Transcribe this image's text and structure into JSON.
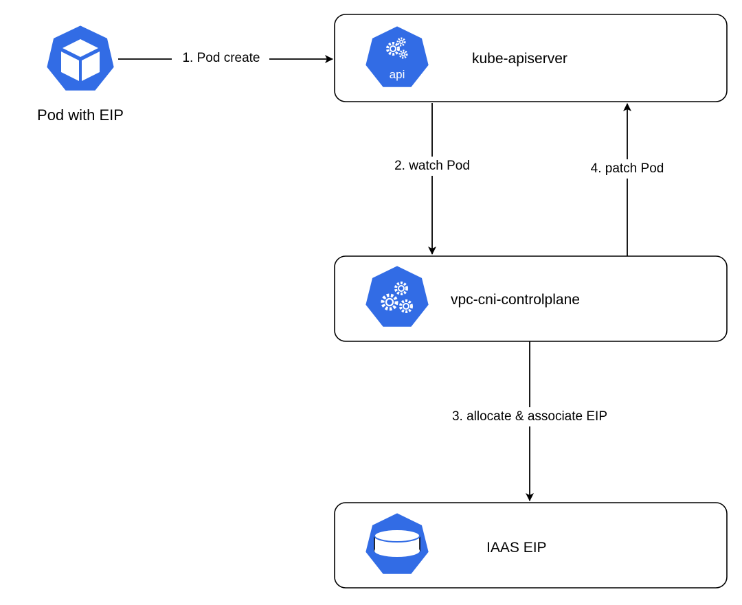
{
  "colors": {
    "k8s_blue": "#326CE5",
    "line": "#000000",
    "box_border": "#000000",
    "background": "#ffffff"
  },
  "pod": {
    "label": "Pod with EIP",
    "icon": "k8s-pod-cube-icon"
  },
  "nodes": {
    "apiserver": {
      "label": "kube-apiserver",
      "icon": "k8s-api-icon",
      "icon_text": "api"
    },
    "controlplane": {
      "label": "vpc-cni-controlplane",
      "icon": "k8s-controller-gears-icon"
    },
    "iaas": {
      "label": "IAAS EIP",
      "icon": "k8s-storage-volume-icon"
    }
  },
  "edges": {
    "e1": {
      "label": "1. Pod create",
      "from": "pod",
      "to": "apiserver"
    },
    "e2": {
      "label": "2. watch Pod",
      "from": "apiserver",
      "to": "controlplane"
    },
    "e3": {
      "label": "3. allocate & associate EIP",
      "from": "controlplane",
      "to": "iaas"
    },
    "e4": {
      "label": "4. patch Pod",
      "from": "controlplane",
      "to": "apiserver"
    }
  }
}
